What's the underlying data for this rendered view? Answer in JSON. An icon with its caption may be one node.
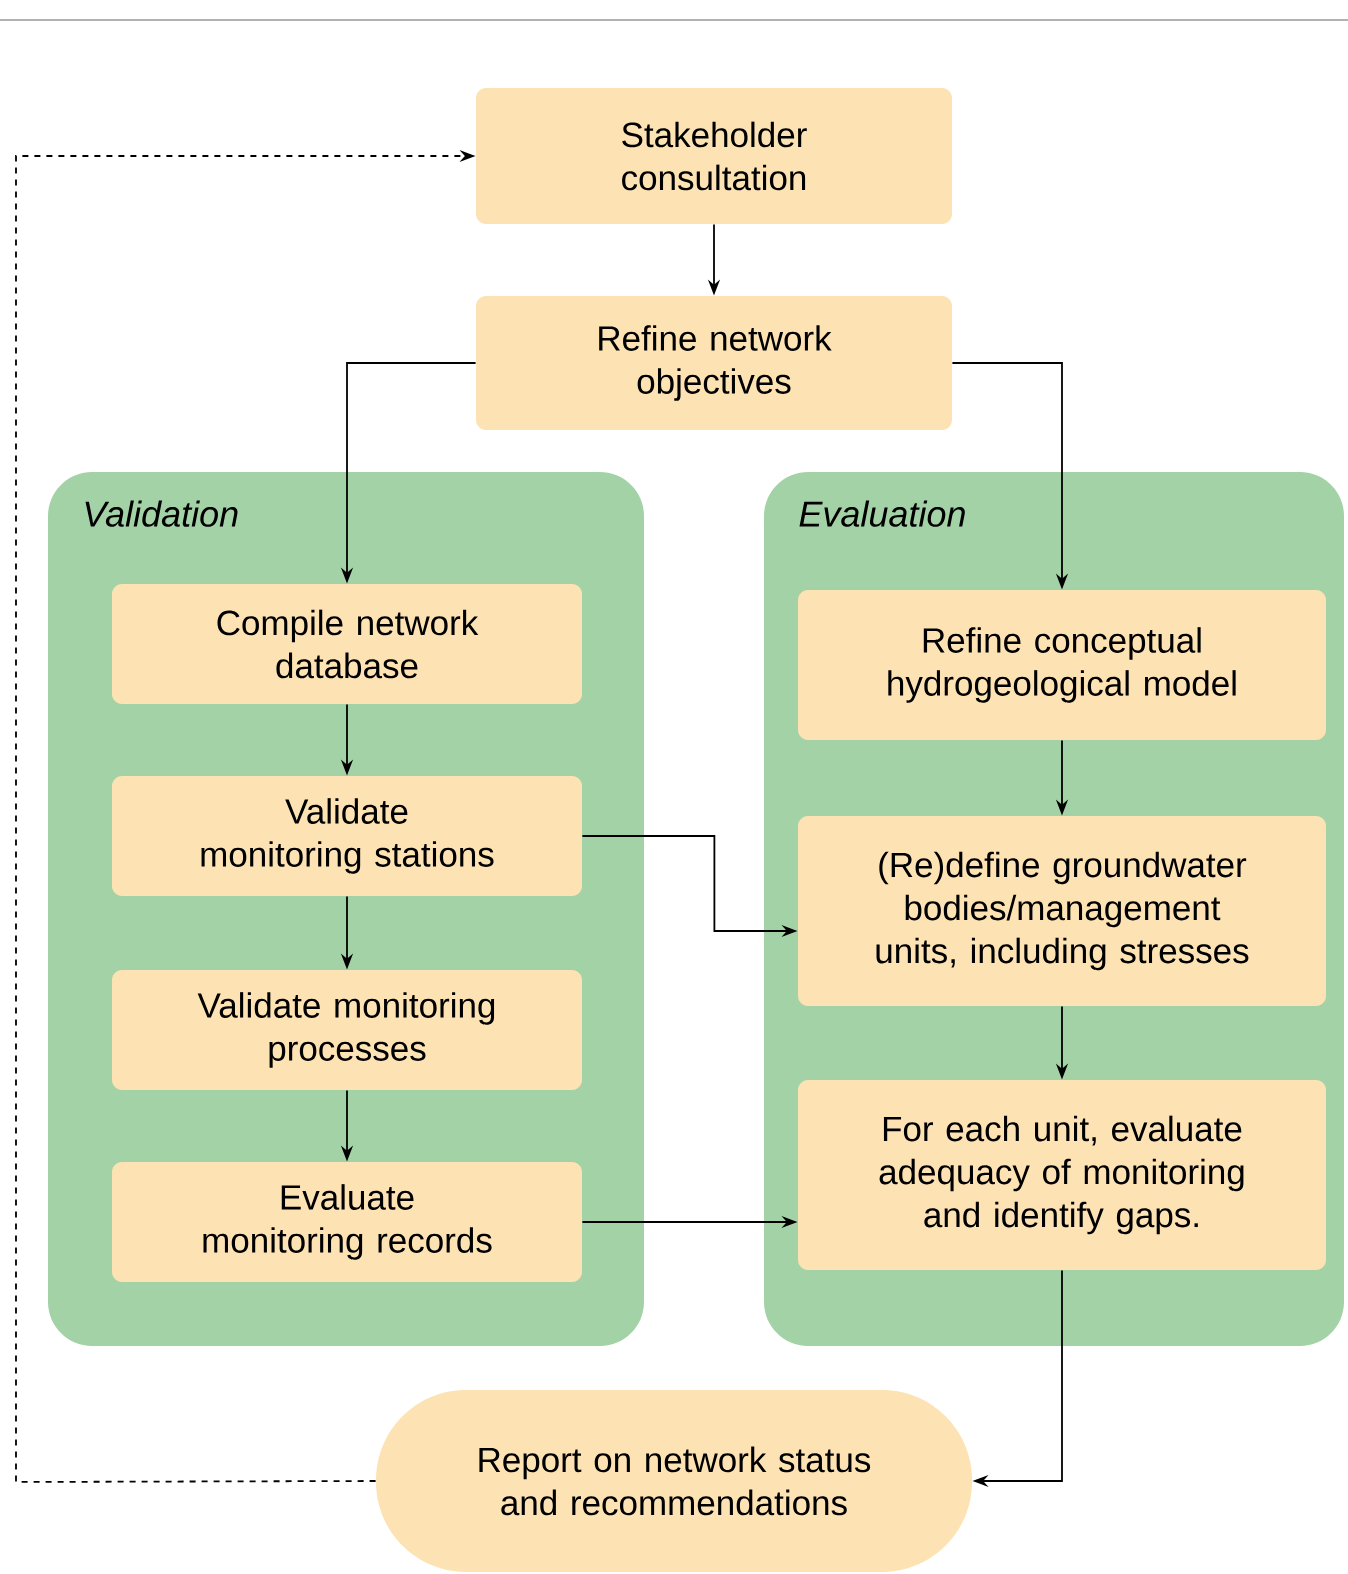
{
  "diagram": {
    "nodes": [
      {
        "text": [
          "Stakeholder consultation"
        ]
      },
      {
        "text": [
          "Refine network objectives"
        ]
      },
      {
        "text": [
          "Validation"
        ]
      },
      {
        "text": [
          "Evaluation"
        ]
      },
      {
        "text": [
          "Compile network database"
        ],
        "in": 2
      },
      {
        "text": [
          "Validate monitoring stations"
        ],
        "in": 2
      },
      {
        "text": [
          "Validate monitoring processes"
        ],
        "in": 2
      },
      {
        "text": [
          "Evaluate monitoring records"
        ],
        "in": 2
      },
      {
        "text": [
          "Refine conceptual hydrogeological model"
        ],
        "in": 3
      },
      {
        "text": [
          "(Re)define groundwater bodies/management units, including stresses"
        ],
        "in": 3
      },
      {
        "text": [
          "For each unit, evaluate adequacy of monitoring and identify gaps."
        ],
        "in": 3
      },
      {
        "text": [
          "Report on network status and recommendations"
        ]
      }
    ],
    "edges": [
      {
        "from": 0,
        "to": 1,
        "arrow": "to"
      },
      {
        "from": 1,
        "to": 4,
        "arrow": "to"
      },
      {
        "from": 1,
        "to": 8,
        "arrow": "to"
      },
      {
        "from": 4,
        "to": 5,
        "arrow": "to"
      },
      {
        "from": 5,
        "to": 6,
        "arrow": "to"
      },
      {
        "from": 6,
        "to": 7,
        "arrow": "to"
      },
      {
        "from": 5,
        "to": 9,
        "arrow": "to"
      },
      {
        "from": 7,
        "to": 10,
        "arrow": "to"
      },
      {
        "from": 8,
        "to": 9,
        "arrow": "to"
      },
      {
        "from": 9,
        "to": 10,
        "arrow": "to"
      },
      {
        "from": 10,
        "to": 11,
        "arrow": "to"
      },
      {
        "from": 11,
        "to": 0,
        "arrow": "to",
        "style": "dashed"
      }
    ]
  }
}
